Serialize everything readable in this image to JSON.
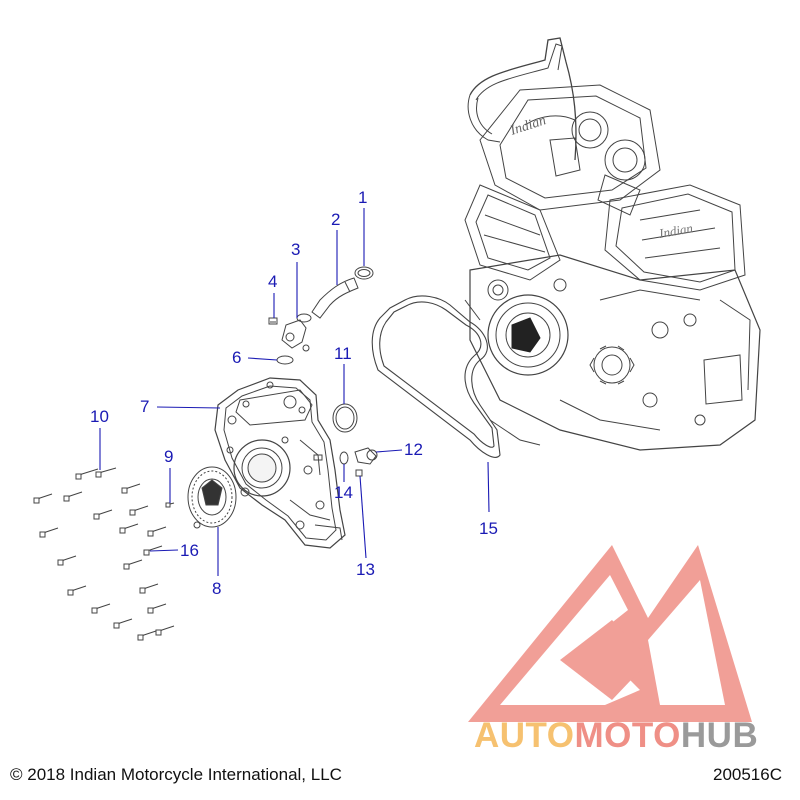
{
  "diagram": {
    "callouts": [
      "1",
      "2",
      "3",
      "4",
      "6",
      "11",
      "7",
      "10",
      "9",
      "12",
      "14",
      "16",
      "8",
      "13",
      "15"
    ],
    "line_color": "#1a1ab4",
    "part_line_color": "#444444"
  },
  "footer": {
    "copyright": "© 2018 Indian Motorcycle International, LLC",
    "code": "200516C"
  },
  "watermark": {
    "auto": "AUTO",
    "moto": "MOTO",
    "hub": "HUB",
    "logo_colors": [
      "#f6c170",
      "#ef8f86",
      "#9a9a9a"
    ]
  }
}
